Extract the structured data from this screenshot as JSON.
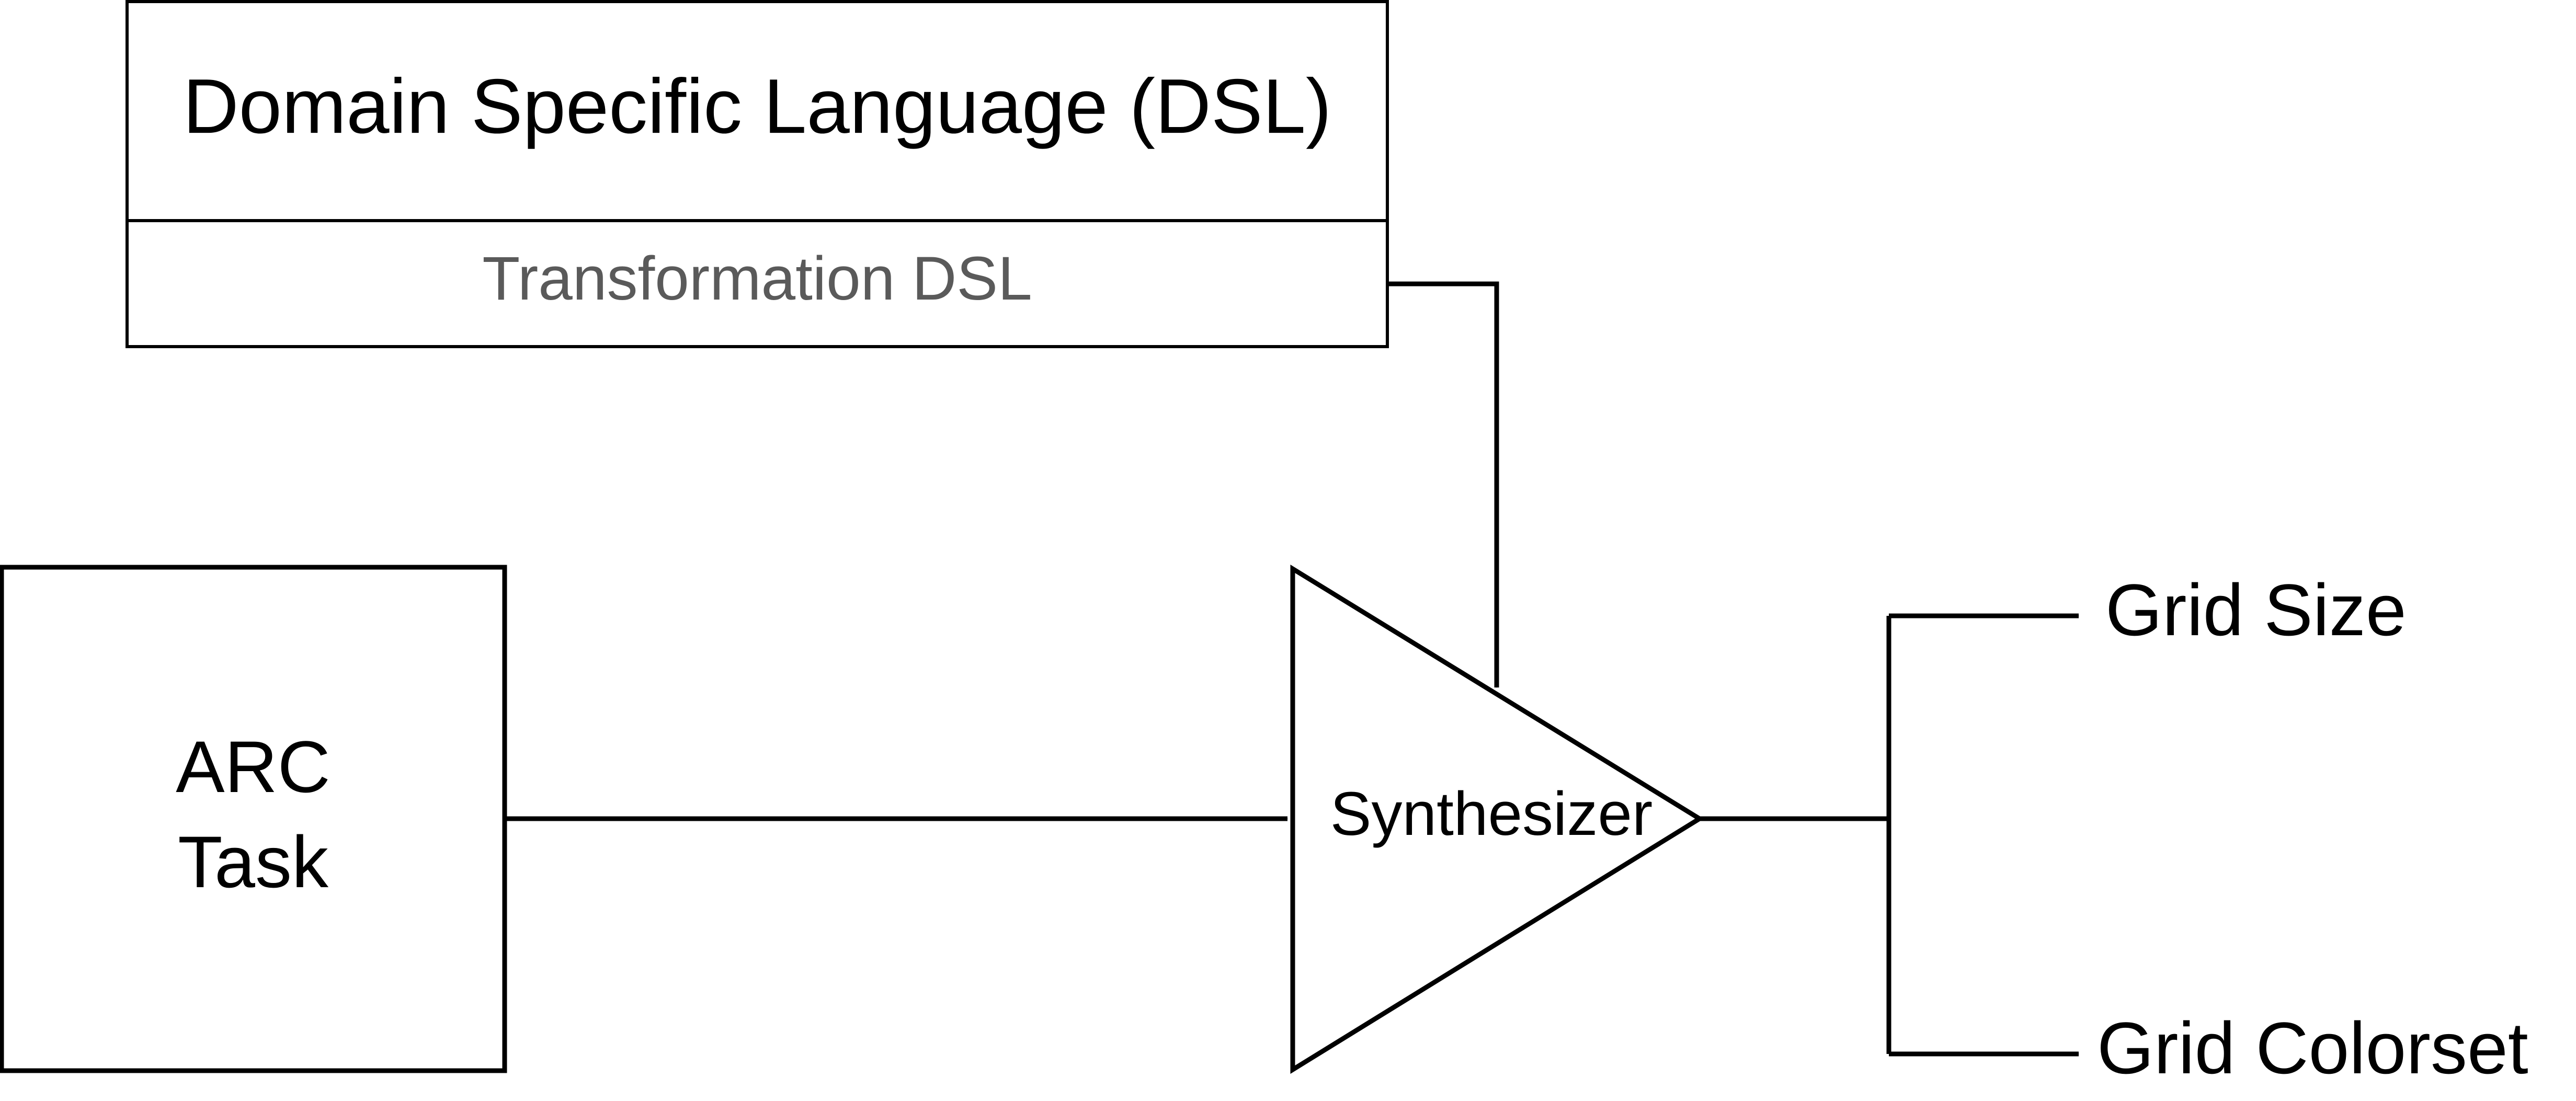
{
  "dsl_box": {
    "title": "Domain Specific Language (DSL)",
    "subtitle": "Transformation DSL"
  },
  "arc_task": {
    "line1": "ARC",
    "line2": "Task"
  },
  "synthesizer": {
    "label": "Synthesizer"
  },
  "outputs": {
    "grid_size": "Grid Size",
    "grid_colorset": "Grid Colorset"
  },
  "colors": {
    "stroke": "#000000",
    "subtitle_text": "#5a5a5a",
    "background": "#ffffff"
  }
}
